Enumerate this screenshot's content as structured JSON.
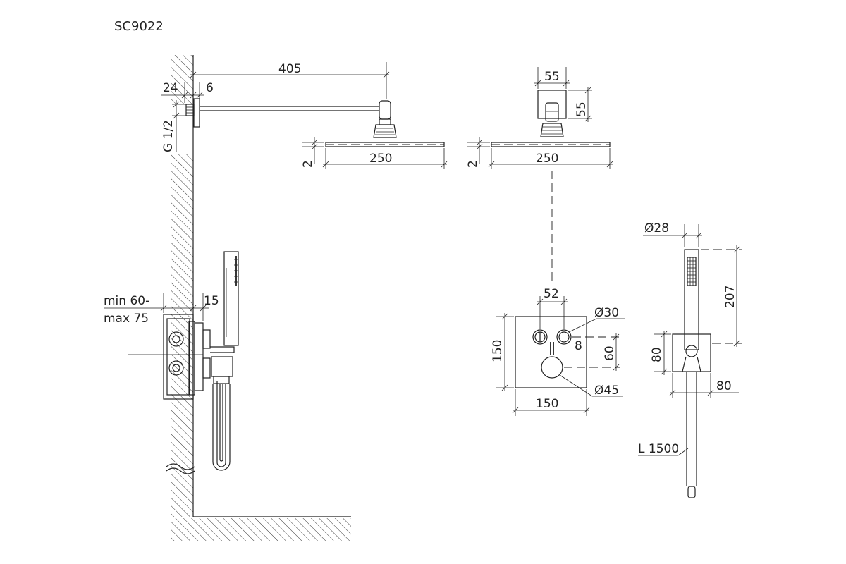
{
  "title": "SC9022",
  "labels": {
    "d405": "405",
    "d24": "24",
    "d6": "6",
    "g12": "G 1/2",
    "d2_left": "2",
    "d250_left": "250",
    "d55_w": "55",
    "d55_h": "55",
    "d2_right": "2",
    "d250_right": "250",
    "d28": "Ø28",
    "d207": "207",
    "min": "min 60-",
    "max": "max 75",
    "d15": "15",
    "d52": "52",
    "d30": "Ø30",
    "d8": "8",
    "d150_h": "150",
    "d60": "60",
    "d45": "Ø45",
    "d150_w": "150",
    "d80_h": "80",
    "d80_w": "80",
    "l1500": "L 1500"
  },
  "colors": {
    "line": "#222222",
    "background": "#ffffff"
  }
}
